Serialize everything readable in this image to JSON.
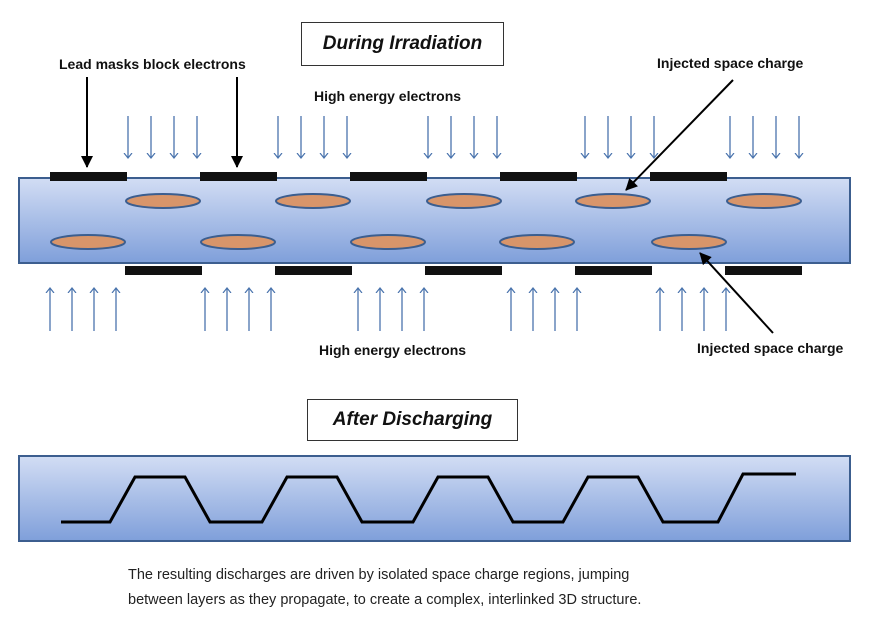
{
  "titles": {
    "during": "During Irradiation",
    "after": "After Discharging"
  },
  "labels": {
    "lead_masks": "Lead masks block electrons",
    "electrons_top": "High energy electrons",
    "electrons_bottom": "High energy electrons",
    "space_charge_top": "Injected space charge",
    "space_charge_bottom": "Injected space charge"
  },
  "caption": {
    "line1": "The resulting discharges are driven by isolated space charge regions, jumping",
    "line2": "between layers as they propagate, to create a complex, interlinked 3D structure."
  },
  "colors": {
    "slab_top": "#d2ddf4",
    "slab_bottom": "#7f9fda",
    "slab_border": "#3c5e8f",
    "mask": "#111111",
    "charge_fill": "#d8956a",
    "charge_stroke": "#3c5e8f",
    "electron_arrow": "#4a74ad",
    "pointer_arrow": "#000000",
    "discharge_line": "#000000"
  }
}
